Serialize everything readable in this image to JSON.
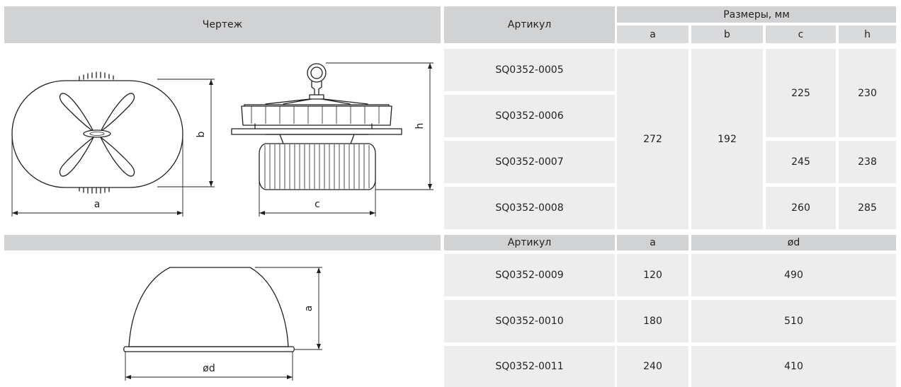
{
  "table1": {
    "header_drawing": "Чертеж",
    "header_article": "Артикул",
    "header_sizes": "Размеры, мм",
    "col_a": "a",
    "col_b": "b",
    "col_c": "c",
    "col_h": "h",
    "articles": [
      "SQ0352-0005",
      "SQ0352-0006",
      "SQ0352-0007",
      "SQ0352-0008"
    ],
    "a_value": "272",
    "b_value": "192",
    "c_values": [
      "225",
      "245",
      "260"
    ],
    "h_values": [
      "230",
      "238",
      "285"
    ]
  },
  "table2": {
    "header_article": "Артикул",
    "col_a": "a",
    "col_d": "ød",
    "rows": [
      {
        "article": "SQ0352-0009",
        "a": "120",
        "d": "490"
      },
      {
        "article": "SQ0352-0010",
        "a": "180",
        "d": "510"
      },
      {
        "article": "SQ0352-0011",
        "a": "240",
        "d": "410"
      }
    ]
  },
  "drawings": {
    "top_view_dim_a": "a",
    "top_view_dim_b": "b",
    "side_view_dim_c": "c",
    "side_view_dim_h": "h",
    "reflector_dim_a": "a",
    "reflector_dim_d": "ød"
  }
}
